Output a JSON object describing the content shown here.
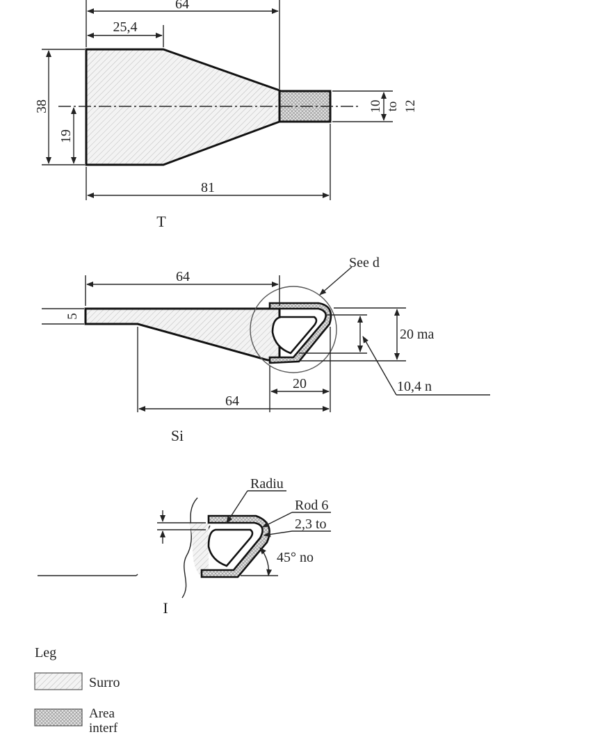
{
  "top_view": {
    "dim_top_64": "64",
    "dim_25_4": "25,4",
    "dim_38": "38",
    "dim_19": "19",
    "dim_10": "10",
    "dim_to": "to",
    "dim_12": "12",
    "dim_81": "81",
    "caption": "T"
  },
  "side_view": {
    "see_detail": "See d",
    "dim_top_64": "64",
    "dim_5": "5",
    "dim_20max": "20 ma",
    "dim_20": "20",
    "dim_10_4": "10,4 n",
    "dim_bottom_64": "64",
    "caption": "Si"
  },
  "detail": {
    "radius_label": "Radiu",
    "rod_label": "Rod 6",
    "thickness_label": "2,3 to",
    "angle_label": "45° no",
    "caption": "I"
  },
  "legend": {
    "title": "Leg",
    "item1": "Surro",
    "item2_line1": "Area",
    "item2_line2": "interf"
  }
}
